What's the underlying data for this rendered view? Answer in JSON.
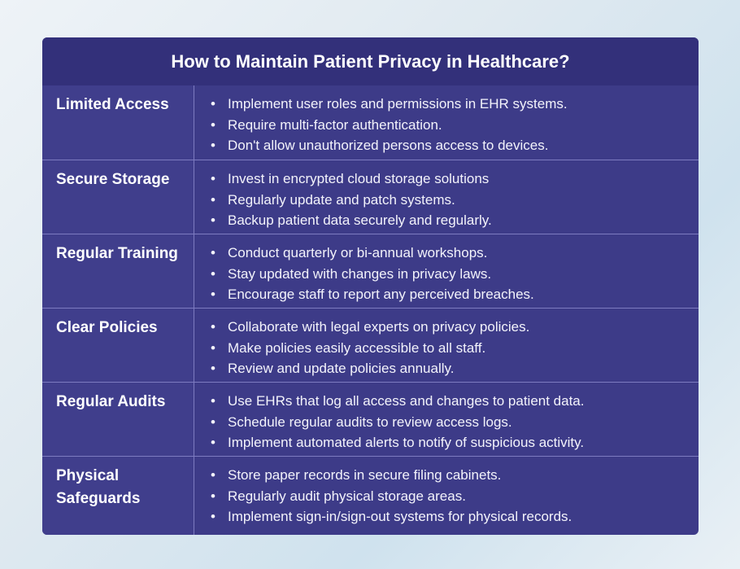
{
  "title": "How to Maintain Patient Privacy in Healthcare?",
  "rows": [
    {
      "label": "Limited Access",
      "items": [
        "Implement user roles and permissions in EHR systems.",
        "Require multi-factor authentication.",
        "Don't allow unauthorized persons access to devices."
      ]
    },
    {
      "label": "Secure Storage",
      "items": [
        "Invest in encrypted cloud storage solutions",
        "Regularly update and patch systems.",
        "Backup patient data securely and regularly."
      ]
    },
    {
      "label": "Regular Training",
      "items": [
        "Conduct quarterly or bi-annual workshops.",
        "Stay updated with changes in privacy laws.",
        "Encourage staff to report any perceived breaches."
      ]
    },
    {
      "label": "Clear Policies",
      "items": [
        "Collaborate with legal experts on privacy policies.",
        "Make policies easily accessible to all staff.",
        "Review and update policies annually."
      ]
    },
    {
      "label": "Regular Audits",
      "items": [
        "Use EHRs that log all access and changes to patient data.",
        "Schedule regular audits to review access logs.",
        "Implement automated alerts to notify of suspicious activity."
      ]
    },
    {
      "label": "Physical Safeguards",
      "items": [
        "Store paper records in secure filing cabinets.",
        "Regularly audit physical storage areas.",
        "Implement sign-in/sign-out systems for physical records."
      ]
    }
  ]
}
